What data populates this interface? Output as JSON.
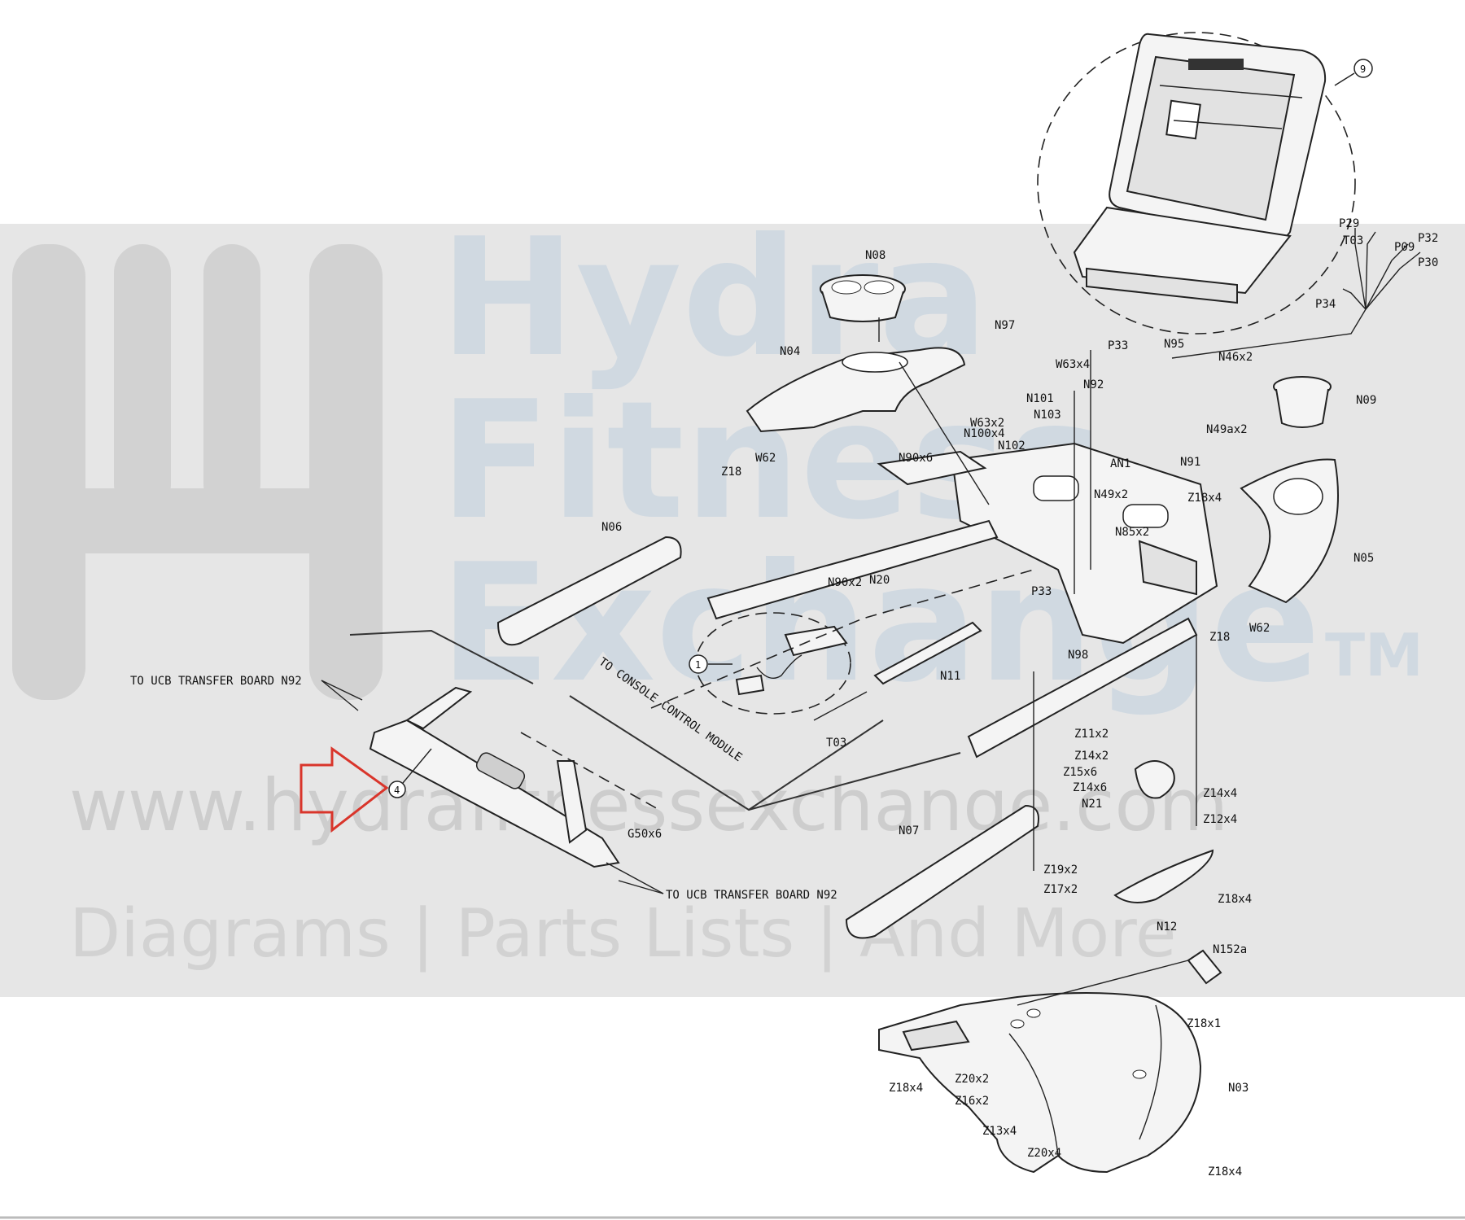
{
  "watermark": {
    "line1": "Hydra",
    "line2": "Fitness",
    "line3": "Exchange",
    "tm": "TM",
    "url": "www.hydrafitnessexchange.com",
    "tagline": "Diagrams | Parts Lists | And More",
    "logo": "hydra-trident-logo"
  },
  "colors": {
    "watermark_band": "#e6e6e6",
    "watermark_text": "#c9d5e0",
    "arrow": "#d9352b",
    "ink": "#222222"
  },
  "callouts": {
    "console": "9",
    "control_module": "1",
    "handlebar": "4"
  },
  "notes": {
    "ucb_left": "TO UCB TRANSFER BOARD N92",
    "ucb_right": "TO UCB TRANSFER BOARD N92",
    "console_module": "TO CONSOLE CONTROL MODULE"
  },
  "labels": {
    "P29": "P29",
    "T03a": "T03",
    "P09": "P09",
    "P32": "P32",
    "P30": "P30",
    "P34": "P34",
    "N08": "N08",
    "N97": "N97",
    "N04": "N04",
    "W63x4": "W63x4",
    "P33a": "P33",
    "N95": "N95",
    "N46x2": "N46x2",
    "N92": "N92",
    "N09": "N09",
    "N101": "N101",
    "W63x2": "W63x2",
    "N103": "N103",
    "N100x4": "N100x4",
    "N102": "N102",
    "N49ax2": "N49ax2",
    "Z18a": "Z18",
    "W62a": "W62",
    "N90x6": "N90x6",
    "AN1": "AN1",
    "N91": "N91",
    "N49x2": "N49x2",
    "Z18x4a": "Z18x4",
    "N85x2": "N85x2",
    "N06": "N06",
    "N05": "N05",
    "N90x2": "N90x2",
    "N20": "N20",
    "P33b": "P33",
    "W62b": "W62",
    "Z18b": "Z18",
    "N11": "N11",
    "N98": "N98",
    "T03b": "T03",
    "Z11x2": "Z11x2",
    "Z14x2": "Z14x2",
    "Z15x6": "Z15x6",
    "Z14x6": "Z14x6",
    "N21": "N21",
    "Z14x4": "Z14x4",
    "Z12x4": "Z12x4",
    "G50x6": "G50x6",
    "N07": "N07",
    "Z19x2": "Z19x2",
    "Z17x2": "Z17x2",
    "Z18x4b": "Z18x4",
    "N12": "N12",
    "N152a": "N152a",
    "Z18x1": "Z18x1",
    "Z18x4c": "Z18x4",
    "Z20x2a": "Z20x2",
    "Z16x2": "Z16x2",
    "N03": "N03",
    "Z13x4": "Z13x4",
    "Z20x4": "Z20x4",
    "Z18x4d": "Z18x4"
  }
}
